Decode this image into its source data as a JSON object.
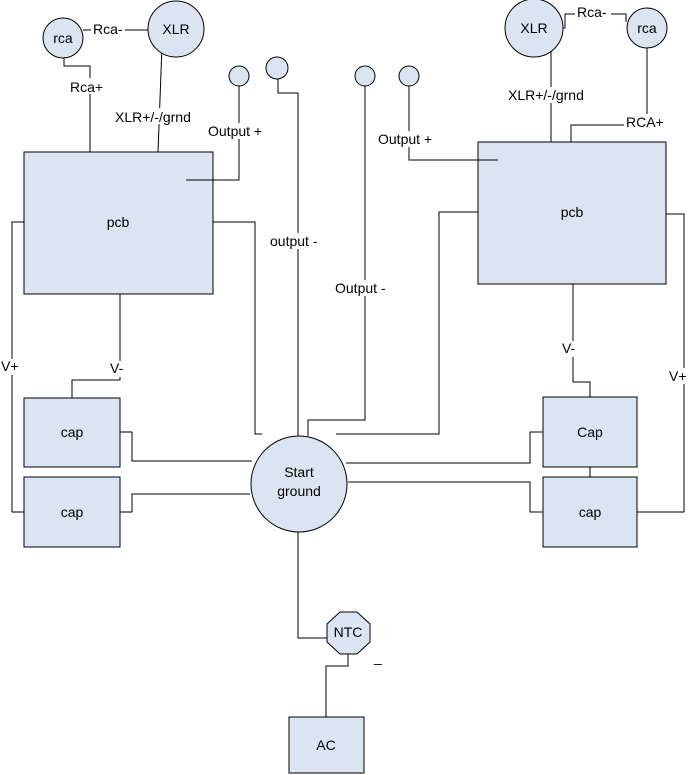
{
  "left": {
    "rca": "rca",
    "xlr": "XLR",
    "rca_minus": "Rca-",
    "rca_plus": "Rca+",
    "xlr_wire": "XLR+/-/grnd",
    "output_plus": "Output +",
    "output_minus": "output -",
    "pcb": "pcb",
    "v_minus": "V-",
    "v_plus": "V+",
    "cap_top": "cap",
    "cap_bottom": "cap"
  },
  "right": {
    "xlr": "XLR",
    "rca": "rca",
    "rca_minus": "Rca-",
    "rca_plus": "RCA+",
    "xlr_wire": "XLR+/-/grnd",
    "output_plus": "Output +",
    "output_minus": "Output -",
    "pcb": "pcb",
    "v_minus": "V-",
    "v_plus": "V+",
    "cap_top": "Cap",
    "cap_bottom": "cap"
  },
  "center": {
    "star_line1": "Start",
    "star_line2": "ground",
    "ntc": "NTC",
    "ntc_minus": "_",
    "ac": "AC"
  }
}
